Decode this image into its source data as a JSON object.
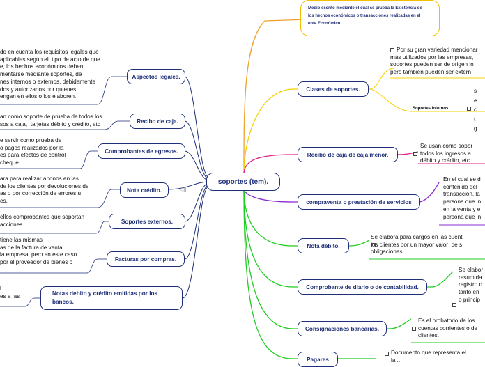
{
  "center": {
    "label": "soportes (tem)."
  },
  "left_nodes": [
    {
      "label": "Aspectos legales.",
      "desc": "do en cuenta los requisitos legales que\naplicables según el  tipo de acto de que\ne, los hechos económicos deben\nmentarse mediante soportes, de\nnes internos o externos, debidamente\ndos y autorizados por quienes\nengan en ellos o los elaboren."
    },
    {
      "label": "Recibo de caja.",
      "desc": "an como soporte de prueba de todos los\nsos a caja,  tarjetas débito y crédito, etc"
    },
    {
      "label": "Comprobantes de egresos.",
      "desc": "e servir como prueba de\no pagos realizados por la\nes para efectos de control\ncheque."
    },
    {
      "label": "Nota crédito.",
      "desc": "ara para realizar abonos en las\nde los clientes por devoluciones de\nas o por corrección de errores u\nes."
    },
    {
      "label": "Soportes externos.",
      "desc": "ellos comprobantes que soportan\nacciones"
    },
    {
      "label": "Facturas por compras.",
      "desc": "tiene las mismas\nas de la factura de venta\nla empresa, pero en este caso\npor el proveedor de bienes o"
    },
    {
      "label": "Notas debito y crédito emitidas por los\nbancos.",
      "desc": "l\nes a las"
    }
  ],
  "right_nodes": [
    {
      "label": "Clases de soportes.",
      "desc": "Por su gran variedad mencionar\nmás utilizados por las empresas,\nsoportes pueden ser de origen in\npero también pueden ser extern",
      "sub": "Soportes internos.",
      "sub_desc": "s\ne\nc\nt\ng"
    },
    {
      "label": "Recibo de caja de caja menor.",
      "desc": "Se usan como sopor\ntodos los ingresos a\ndébito y crédito, etc"
    },
    {
      "label": "compraventa o prestación de servicios",
      "desc": "En el cual se d\ncontenido del\ntransacción, la\npersona que in\nen la venta y e\npersona que in"
    },
    {
      "label": "Nota débito.",
      "desc": "Se elabora para cargos en las cuent\nlos clientes por un mayor valor  de s\nobligaciones."
    },
    {
      "label": "Comprobante de diario o de contabilidad.",
      "desc": "Se elabor\nresumida\nregistro d\ntanto en\no princip"
    },
    {
      "label": "Consignaciones bancarias.",
      "desc": "Es el probatorio de los\ncuentas corrientes o de\nclientes."
    },
    {
      "label": "Pagares",
      "desc": "Documento que representa el\nla ..."
    }
  ],
  "top_box": {
    "text": "Medio escrito mediante el cual se prueba la Existencia de\nlos hechos económicos o transacciones realizadas en el\nente Económico"
  },
  "colors": {
    "node_border": "#1f2f78",
    "top_box_border": "#f0c000",
    "branch_orange": "#f0a030",
    "branch_yellow": "#f5d000",
    "branch_pink": "#e0208a",
    "branch_purple": "#8a2bd0",
    "branch_green": "#22cc22"
  }
}
